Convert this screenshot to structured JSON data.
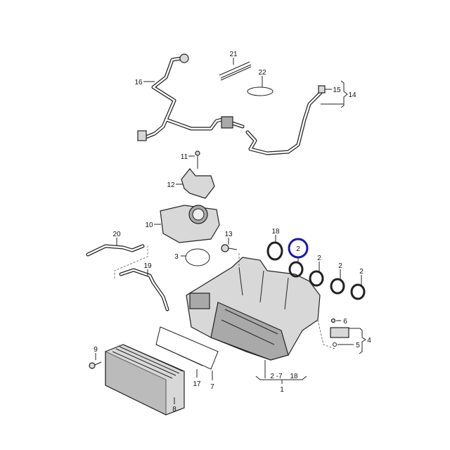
{
  "diagram": {
    "labels": {
      "p16": "16",
      "p21": "21",
      "p22": "22",
      "p15": "15",
      "p14": "14",
      "p11": "11",
      "p12": "12",
      "p10": "10",
      "p20": "20",
      "p13": "13",
      "p18": "18",
      "p2_highlight": "2",
      "p2_b": "2",
      "p2_c": "2",
      "p2_d": "2",
      "p3": "3",
      "p19": "19",
      "p6": "6",
      "p4": "4",
      "p5": "5",
      "p9": "9",
      "p17": "17",
      "p7": "7",
      "p8": "8",
      "p2_7": "2 -7",
      "p18_b": "18",
      "p1": "1"
    },
    "highlight_color": "#1a1aa8"
  }
}
